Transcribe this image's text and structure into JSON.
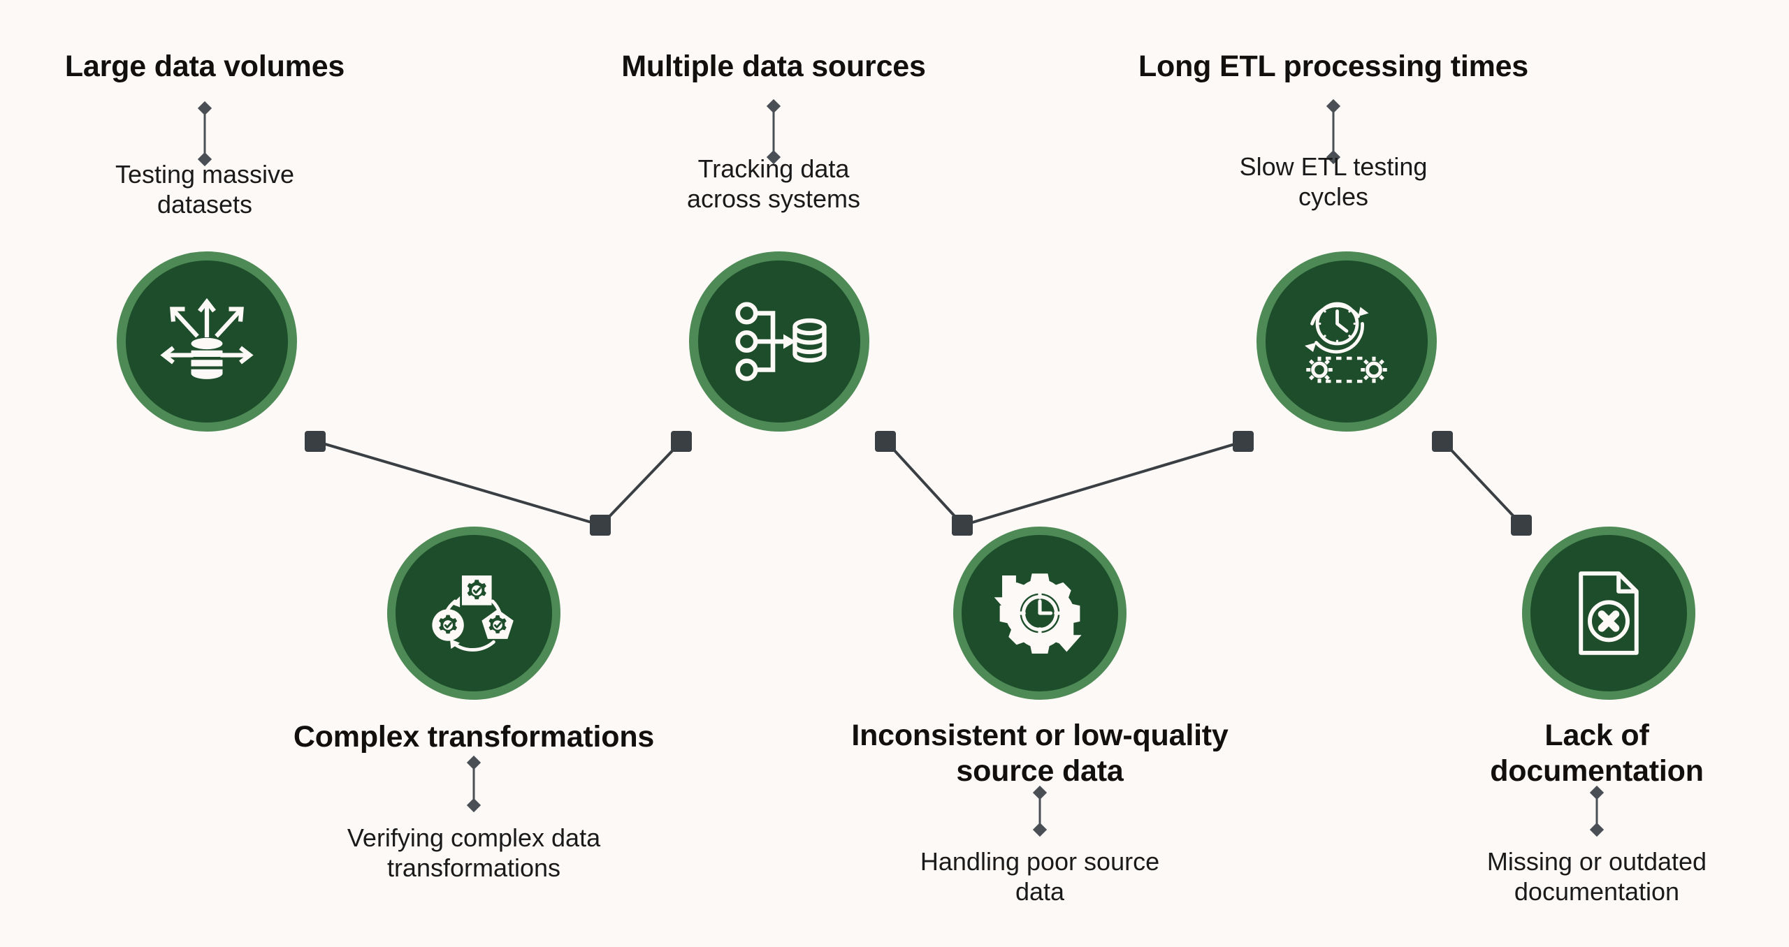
{
  "diagram": {
    "title_text": "",
    "background_color": "#fdf9f6",
    "circle_fill": "#1d4d2b",
    "circle_ring": "#4d8a55",
    "connector_color": "#3a3f44",
    "icon_color": "#fdf9f6",
    "layout": "zigzag-timeline",
    "node_count": 6
  },
  "nodes": [
    {
      "id": "large-data-volumes",
      "row": "top",
      "title": "Large data volumes",
      "subtitle": "Testing massive\ndatasets",
      "subtitle_line1": "Testing massive",
      "subtitle_line2": "datasets",
      "icon": "database-radiating-arrows-icon"
    },
    {
      "id": "multiple-data-sources",
      "row": "top",
      "title": "Multiple data sources",
      "subtitle": "Tracking data\nacross systems",
      "subtitle_line1": "Tracking data",
      "subtitle_line2": "across systems",
      "icon": "sources-merge-to-database-icon"
    },
    {
      "id": "long-etl-processing-times",
      "row": "top",
      "title": "Long ETL processing times",
      "subtitle": "Slow ETL testing\ncycles",
      "subtitle_line1": "Slow ETL testing",
      "subtitle_line2": "cycles",
      "icon": "clock-cycle-gears-icon"
    },
    {
      "id": "complex-transformations",
      "row": "bottom",
      "title": "Complex transformations",
      "subtitle": "Verifying complex data\ntransformations",
      "subtitle_line1": "Verifying complex data",
      "subtitle_line2": "transformations",
      "icon": "shapes-gear-check-cycle-icon"
    },
    {
      "id": "inconsistent-or-low-quality-source-data",
      "row": "bottom",
      "title": "Inconsistent or low-quality source data",
      "title_line1": "Inconsistent or low-quality",
      "title_line2": "source data",
      "subtitle": "Handling poor source\ndata",
      "subtitle_line1": "Handling poor source",
      "subtitle_line2": "data",
      "icon": "gear-clock-down-arrows-icon"
    },
    {
      "id": "lack-of-documentation",
      "row": "bottom",
      "title": "Lack of documentation",
      "title_line1": "Lack of",
      "title_line2": "documentation",
      "subtitle": "Missing or outdated\ndocumentation",
      "subtitle_line1": "Missing or outdated",
      "subtitle_line2": "documentation",
      "icon": "document-error-x-icon"
    }
  ]
}
